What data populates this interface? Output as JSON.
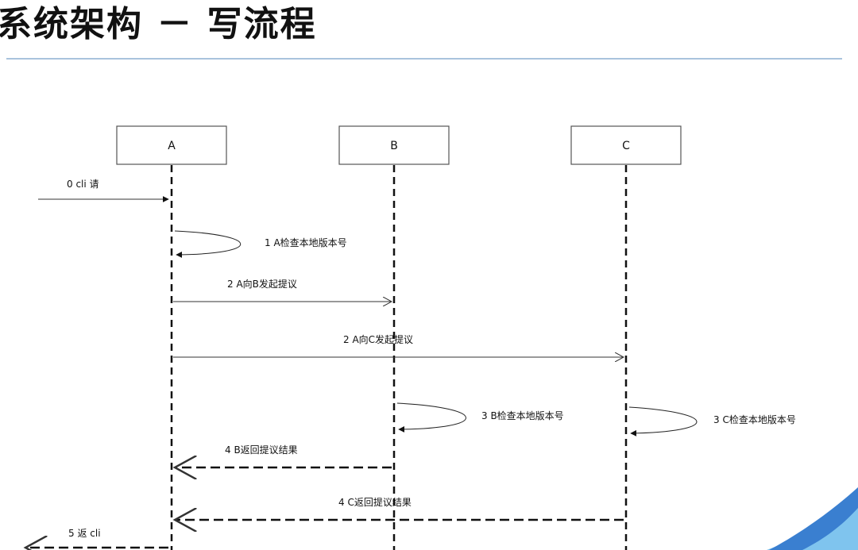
{
  "title": "系统架构 － 写流程",
  "participants": [
    {
      "id": "A",
      "label": "A"
    },
    {
      "id": "B",
      "label": "B"
    },
    {
      "id": "C",
      "label": "C"
    }
  ],
  "messages": [
    {
      "label": "0 cli 请",
      "from": "client",
      "to": "A",
      "style": "solid"
    },
    {
      "label": "1 A检查本地版本号",
      "from": "A",
      "to": "A",
      "style": "self"
    },
    {
      "label": "2 A向B发起提议",
      "from": "A",
      "to": "B",
      "style": "solid"
    },
    {
      "label": "2 A向C发起提议",
      "from": "A",
      "to": "C",
      "style": "solid"
    },
    {
      "label": "3 B检查本地版本号",
      "from": "B",
      "to": "B",
      "style": "self"
    },
    {
      "label": "3 C检查本地版本号",
      "from": "C",
      "to": "C",
      "style": "self"
    },
    {
      "label": "4 B返回提议结果",
      "from": "B",
      "to": "A",
      "style": "dashed"
    },
    {
      "label": "4 C返回提议结果",
      "from": "C",
      "to": "A",
      "style": "dashed"
    },
    {
      "label": "5 返 cli",
      "from": "A",
      "to": "client",
      "style": "dashed"
    }
  ],
  "colors": {
    "rule": "#a9c3dd",
    "swoosh_dark": "#3a7fd0",
    "swoosh_light": "#7fc4ee"
  }
}
